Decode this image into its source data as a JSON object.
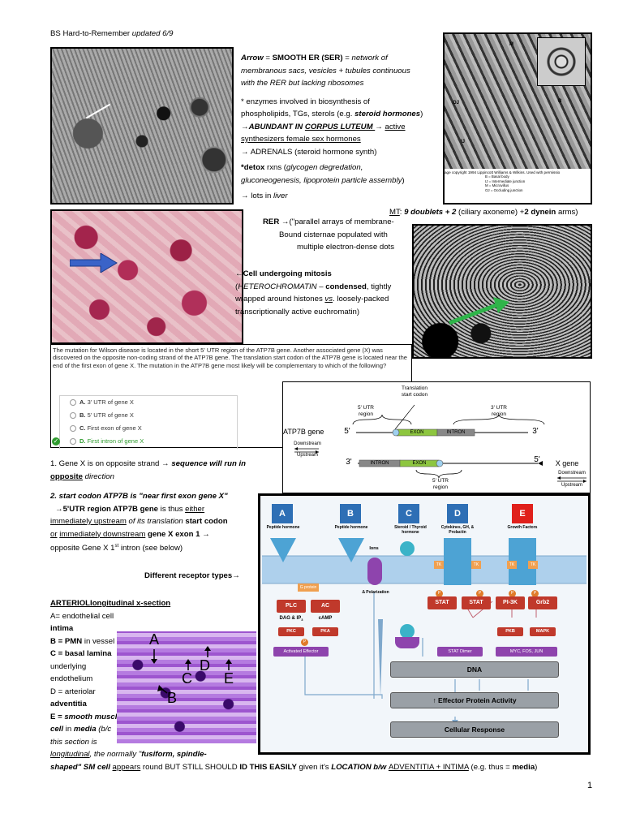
{
  "header": {
    "title": "BS Hard-to-Remember ",
    "updated": "updated 6/9"
  },
  "ser": {
    "l1a": "Arrow",
    "l1b": " = ",
    "l1c": "SMOOTH ER (SER)",
    "l1d": " = ",
    "l1e": "network of",
    "l2": "membranous sacs, vesicles + tubules continuous",
    "l3": "with the RER but lacking ribosomes",
    "l4": "* enzymes involved in biosynthesis of",
    "l5a": "phospholipids, TGs, sterols (e.g. ",
    "l5b": "steroid hormones",
    "l5c": ")",
    "l6a": "→ABUNDANT IN ",
    "l6b": "CORPUS LUTEUM ",
    "l6c": " → ",
    "l6d": "active",
    "l7": "synthesizers female sex hormones",
    "l8": "→ ADRENALS (steroid hormone synth)",
    "l9a": "*detox",
    "l9b": " rxns (",
    "l9c": "glycogen degredation,",
    "l10": "gluconeogenesis, lipoprotein particle assembly",
    "l10b": ")",
    "l11a": "→ lots in ",
    "l11b": "liver"
  },
  "mt": {
    "a": "MT",
    "b": ": ",
    "c": "9 doublets + 2",
    "d": " (ciliary axoneme) +",
    "e": "2 dynein",
    "f": " arms)"
  },
  "cilia_caption": "age copyright 1994 Lippincott Williams & Wilkins. Used with permissio",
  "cilia_legend": [
    "B = Basal body",
    "IJ = Intermediate junction",
    "M = Microvillus",
    "OJ = Occluding junction"
  ],
  "cilia_labels": {
    "m": "M",
    "b": "B",
    "oj": "OJ",
    "ij": "IJ"
  },
  "rer": {
    "l1a": "RER →",
    "l1b": "(\"parallel arrays of membrane-",
    "l2": "Bound cisternae populated with",
    "l3": "multiple electron-dense dots"
  },
  "mitosis": {
    "l1": "←Cell undergoing mitosis",
    "l2a": "(",
    "l2b": "HETEROCHROMATIN",
    "l2c": " – ",
    "l2d": "condensed",
    "l2e": ", tightly",
    "l3a": "wrapped around histones ",
    "l3b": "vs",
    "l3c": ". loosely-packed",
    "l4": "transcriptionally active euchromatin)"
  },
  "question": {
    "text": "The mutation for Wilson disease is located in the short 5' UTR region of the ATP7B gene. Another associated gene (X) was discovered on the opposite non-coding strand of the ATP7B gene. The translation start codon of the ATP7B gene is located near the end of the first exon of gene X.  The mutation in the ATP7B gene most likely will be complementary to which of the following?",
    "options": [
      {
        "letter": "A.",
        "text": " 3' UTR of gene X"
      },
      {
        "letter": "B.",
        "text": " 5' UTR of gene X"
      },
      {
        "letter": "C.",
        "text": " First exon of gene X"
      },
      {
        "letter": "D.",
        "text": " First intron of gene X"
      }
    ]
  },
  "gene_diagram": {
    "tsc1": "Translation",
    "tsc2": "start codon",
    "utr5_1": "5' UTR",
    "utr5_2": "region",
    "utr3_1": "3' UTR",
    "utr3_2": "region",
    "atp7b": "ATP7B gene",
    "five": "5'",
    "three": "3'",
    "exon": "EXON",
    "intron": "INTRON",
    "down": "Downstream",
    "up": "Upstream",
    "three_b": "3'",
    "five_b": "5'",
    "intron_b": "INTRON",
    "exon_b": "EXON",
    "utr5b_1": "5' UTR",
    "utr5b_2": "region",
    "xgene": "X gene",
    "down_b": "Downstream",
    "up_b": "Upstream"
  },
  "notes": {
    "n1a": "1. Gene X is on opposite strand → ",
    "n1b": "sequence will run in",
    "n1c": "opposite",
    "n1d": " direction",
    "n2a": "2. start codon ATP7B is \"near first exon gene X\"",
    "n2b": "→",
    "n2c": "5'UTR region ATP7B gene",
    "n2d": " is thus ",
    "n2e": "either",
    "n2f": "immediately upstream",
    "n2g": " of its translation ",
    "n2h": "start codon",
    "n2i": "or",
    "n2j": " ",
    "n2k": "immediately downstream",
    "n2l": " gene X exon 1 →",
    "n2m": "opposite Gene X 1",
    "n2n": "st",
    "n2o": " intron (see below)",
    "n3": "Different receptor types→"
  },
  "arteriole": {
    "title": "ARTERIOLlongitudinal x-section",
    "a1": "A= endothelial cell",
    "a2": "intima",
    "b1a": "B = ",
    "b1b": "PMN",
    "b1c": " in vessel",
    "c1": "C = basal lamina",
    "c2": "underlying",
    "c3": "endothelium",
    "d1": "D = arteriolar",
    "d2": "adventitia",
    "e1a": "E = ",
    "e1b": "smooth muscle",
    "e2a": "cell",
    "e2b": " in ",
    "e2c": "media",
    "e2d": " (b/c",
    "e3": "this section is",
    "e4a": "longitudinal",
    "e4b": ", the normally \"",
    "e4c": "fusiform, spindle-",
    "last_a": "shaped\" SM cell ",
    "last_b": "appears",
    "last_c": " round",
    "last_d": " BUT STILL SHOULD ",
    "last_e": "ID THIS EASILY",
    "last_f": " given it's ",
    "last_g": "LOCATION b/w ",
    "last_h": "ADVENTITIA + INTIMA",
    "last_i": " (e.g. thus = ",
    "last_j": "media",
    "last_k": ")",
    "labels": {
      "a": "A",
      "b": "B",
      "c": "C",
      "d": "D",
      "e": "E"
    }
  },
  "receptors": {
    "cols": [
      {
        "letter": "A",
        "label": "Peptide hormone",
        "color": "#2e6fb5"
      },
      {
        "letter": "B",
        "label": "Peptide hormone",
        "color": "#2e6fb5"
      },
      {
        "letter": "C",
        "label": "Steroid / Thyroid hormone",
        "color": "#2e6fb5"
      },
      {
        "letter": "D",
        "label": "Cytokines, GH, & Prolactin",
        "color": "#2e6fb5"
      },
      {
        "letter": "E",
        "label": "Growth Factors",
        "color": "#e0201b"
      }
    ],
    "ions": "Ions",
    "gprot": "G protein",
    "depol": "Δ Polarization",
    "tk": "TK",
    "p": "P",
    "plc": "PLC",
    "ac": "AC",
    "dag": "DAG & IP",
    "dag_sub": "3",
    "camp": "cAMP",
    "pkc": "PKC",
    "pka": "PKA",
    "act": "Activated Effector",
    "stat1": "STAT",
    "stat2": "STAT",
    "pi3k": "PI-3K",
    "grb2": "Grb2",
    "pkb": "PKB",
    "mapk": "MAPK",
    "statdimer": "STAT Dimer",
    "myc": "MYC, FOS, JUN",
    "dna": "DNA",
    "effector": "↑ Effector Protein Activity",
    "response": "Cellular Response"
  },
  "page_number": "1"
}
